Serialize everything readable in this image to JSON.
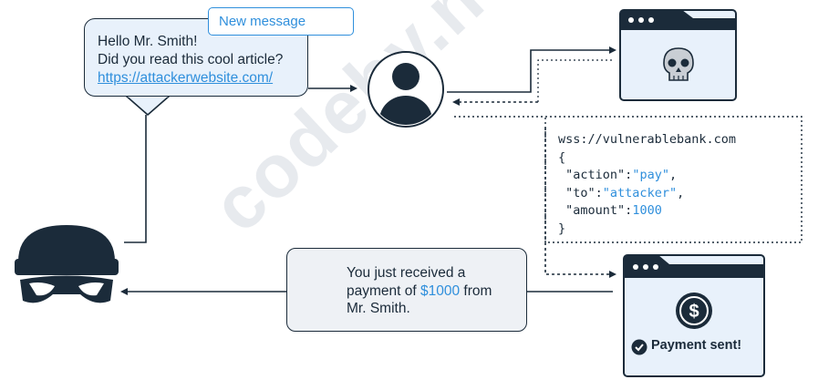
{
  "watermark": "codeby.net",
  "message": {
    "badge_label": "New message",
    "badge_icon": "mail-icon",
    "lines": [
      "Hello Mr. Smith!",
      "Did you read this cool article?"
    ],
    "link": "https://attackerwebsite.com/",
    "cursor_icon": "cursor-icon"
  },
  "victim": {
    "icon": "user-icon"
  },
  "attacker": {
    "icon": "hacker-icon"
  },
  "malicious_site": {
    "icon": "skull-icon"
  },
  "request": {
    "url": "wss://vulnerablebank.com",
    "open_brace": "{",
    "close_brace": "}",
    "fields": [
      {
        "key": "\"action\"",
        "value": "\"pay\"",
        "suffix": ","
      },
      {
        "key": "\"to\"",
        "value": "\"attacker\"",
        "suffix": ","
      },
      {
        "key": "\"amount\"",
        "value": "1000",
        "suffix": ""
      }
    ]
  },
  "bank": {
    "icon": "dollar-icon",
    "status": "Payment sent!",
    "status_icon": "check-icon"
  },
  "notification": {
    "icon": "check-badge-icon",
    "line1": "You just received a",
    "line2_prefix": "payment of ",
    "amount": "$1000",
    "line2_suffix": " from",
    "line3": "Mr. Smith."
  },
  "colors": {
    "dark": "#1b2b3a",
    "accent": "#2f8fdc",
    "bubble_bg": "#e8f1fb",
    "notice_bg": "#eef1f5"
  }
}
